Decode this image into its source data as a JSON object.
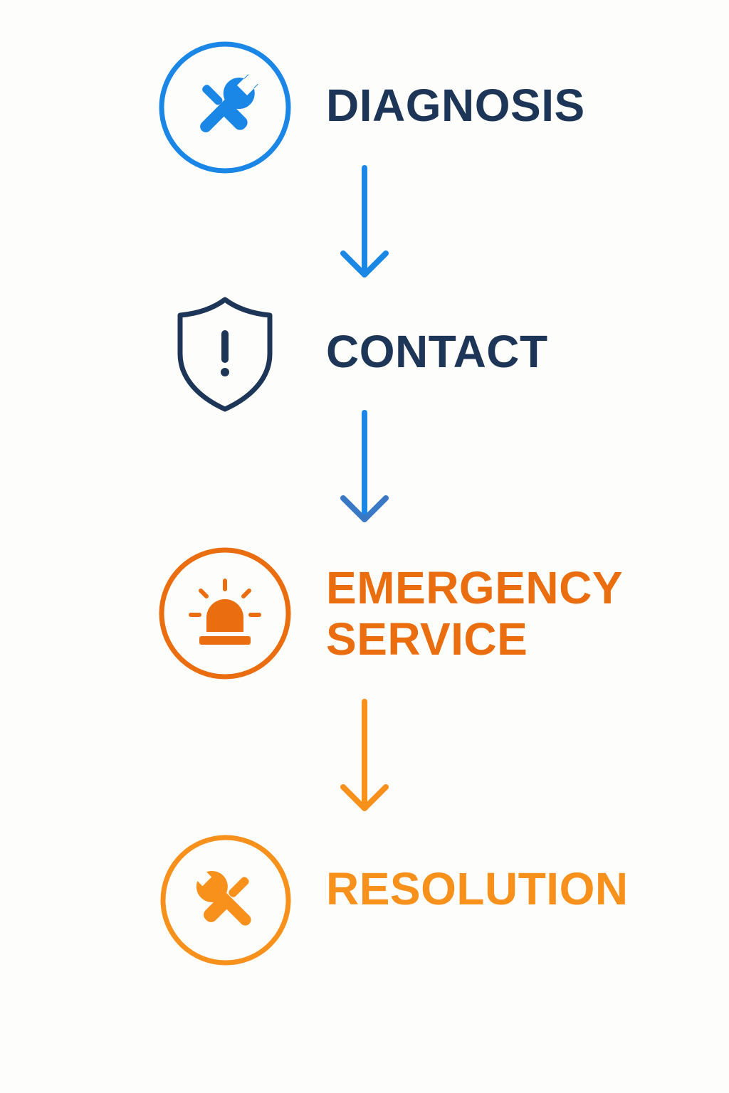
{
  "colors": {
    "blue": "#1a86e6",
    "navy": "#1d3557",
    "dark_orange": "#ea6e0f",
    "orange": "#f7911c",
    "background": "#fdfdfb"
  },
  "steps": [
    {
      "label": "DIAGNOSIS",
      "icon": "tools-icon",
      "color": "#1a86e6",
      "text_color": "#1d3557"
    },
    {
      "label": "CONTACT",
      "icon": "shield-alert-icon",
      "color": "#1d3557",
      "text_color": "#1d3557"
    },
    {
      "label": "EMERGENCY\nSERVICE",
      "icon": "siren-icon",
      "color": "#ea6e0f",
      "text_color": "#ea6e0f"
    },
    {
      "label": "RESOLUTION",
      "icon": "tools-icon",
      "color": "#f7911c",
      "text_color": "#f7911c"
    }
  ],
  "arrows": [
    {
      "color": "#1a86e6"
    },
    {
      "color": "#1a86e6"
    },
    {
      "color": "#f7911c"
    }
  ]
}
